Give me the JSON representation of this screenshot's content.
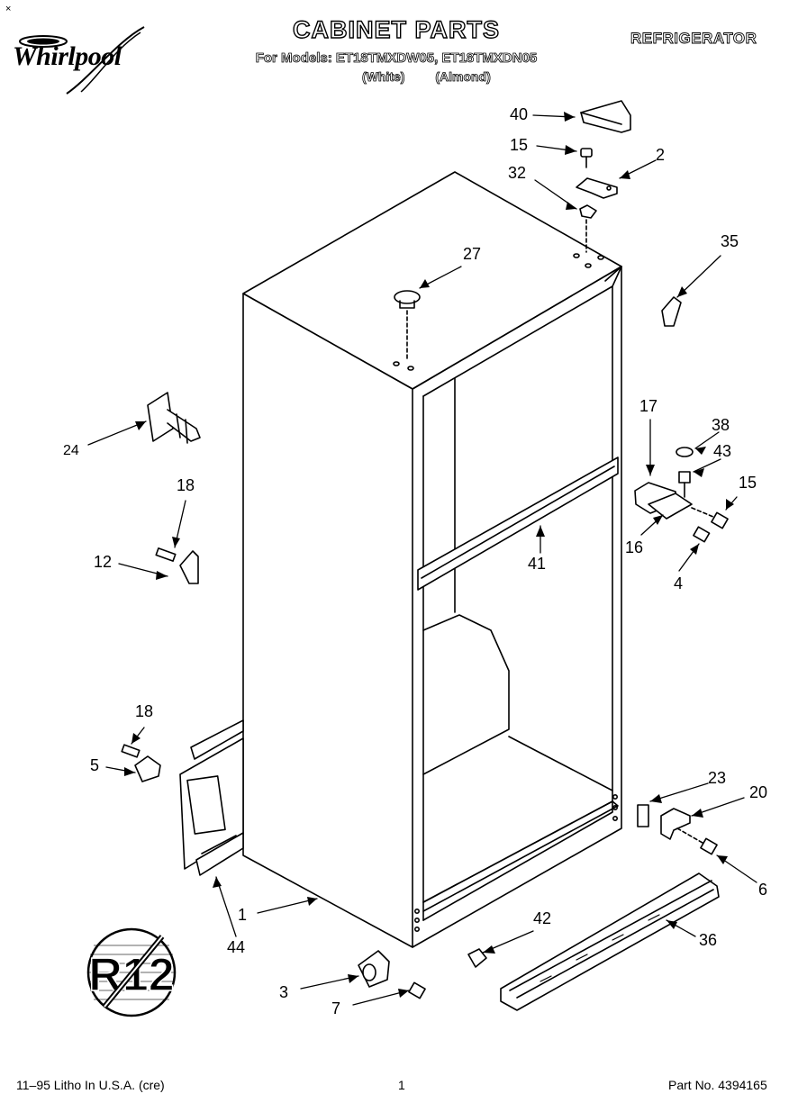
{
  "header": {
    "brand": "Whirlpool",
    "title": "CABINET PARTS",
    "models_line": "For Models: ET18TMXDW05, ET18TMXDN05",
    "variant_white": "(White)",
    "variant_almond": "(Almond)",
    "product": "REFRIGERATOR",
    "corner_mark": "×"
  },
  "callouts": [
    "40",
    "15",
    "2",
    "32",
    "35",
    "27",
    "24",
    "17",
    "38",
    "43",
    "15",
    "18",
    "12",
    "16",
    "41",
    "4",
    "18",
    "5",
    "23",
    "20",
    "6",
    "1",
    "44",
    "42",
    "36",
    "3",
    "7"
  ],
  "badge": {
    "text": "R12",
    "icon": "no-r12-prohibition-icon"
  },
  "footer": {
    "left": "11–95 Litho In U.S.A. (cre)",
    "center": "1",
    "right": "Part No. 4394165"
  }
}
